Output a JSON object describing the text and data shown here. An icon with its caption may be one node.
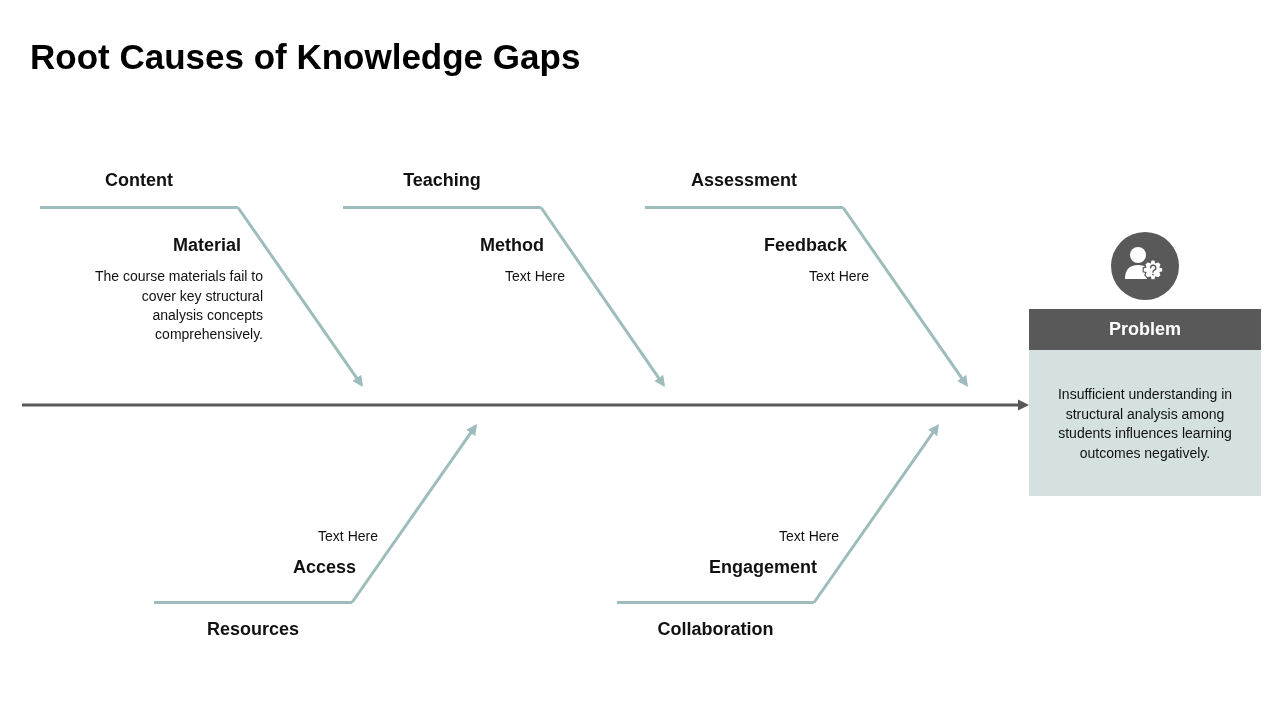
{
  "diagram": {
    "title": "Root Causes of Knowledge Gaps",
    "nodes": [
      {
        "text": [
          "Content"
        ],
        "beside": [
          "Material",
          "The course materials fail to cover key structural analysis concepts comprehensively."
        ]
      },
      {
        "text": [
          "Teaching"
        ],
        "beside": [
          "Method",
          "Text Here"
        ]
      },
      {
        "text": [
          "Assessment"
        ],
        "beside": [
          "Feedback",
          "Text Here"
        ]
      },
      {
        "text": [
          "Problem",
          "Insufficient understanding in structural analysis among students influences learning outcomes negatively."
        ]
      },
      {
        "text": [
          "Resources"
        ],
        "beside": [
          "Access",
          "Text Here"
        ]
      },
      {
        "text": [
          "Collaboration"
        ],
        "beside": [
          "Engagement",
          "Text Here"
        ]
      }
    ],
    "edges": [
      {
        "from": 0,
        "to": null,
        "arrow": "to"
      },
      {
        "from": 1,
        "to": null,
        "arrow": "to"
      },
      {
        "from": 2,
        "to": null,
        "arrow": "to"
      },
      {
        "from": 4,
        "to": null,
        "arrow": "to"
      },
      {
        "from": 5,
        "to": null,
        "arrow": "to"
      },
      {
        "from": null,
        "to": 3,
        "arrow": "to",
        "color": "#595959"
      }
    ]
  }
}
